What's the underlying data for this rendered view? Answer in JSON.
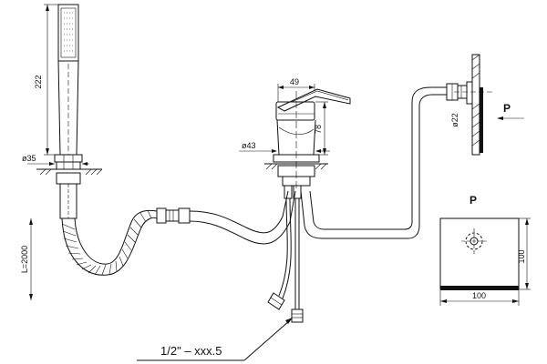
{
  "dimensions": {
    "shower_height": "222",
    "shower_diameter": "ø35",
    "spout_length": "49",
    "body_height": "78",
    "body_diameter": "ø43",
    "wall_diameter": "ø22",
    "hose_length": "L=2000",
    "plate_height": "100",
    "plate_width": "100"
  },
  "labels": {
    "view_arrow": "P",
    "view_title": "P",
    "connection": "1/2\" –  xxx.5"
  },
  "colors": {
    "line": "#111111",
    "background": "#ffffff"
  }
}
